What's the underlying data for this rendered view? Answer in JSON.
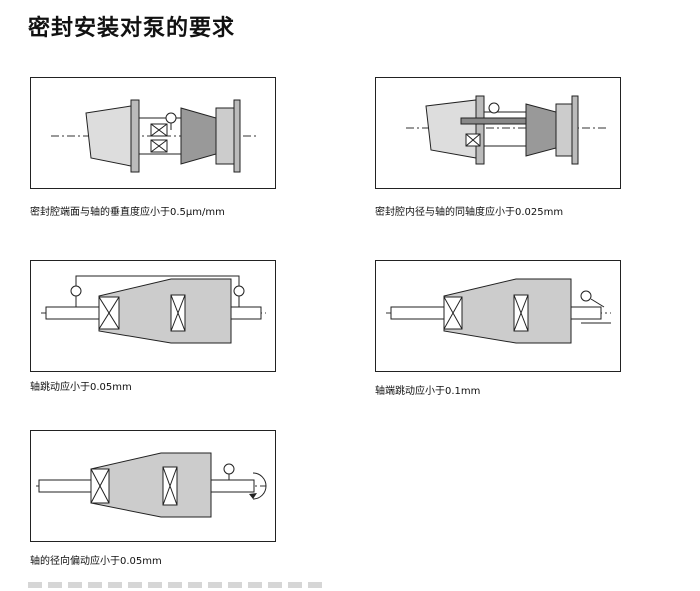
{
  "page": {
    "title": "密封安装对泵的要求"
  },
  "figures": [
    {
      "caption": "密封腔端面与轴的垂直度应小于0.5μm/mm"
    },
    {
      "caption": "密封腔内径与轴的同轴度应小于0.025mm"
    },
    {
      "caption": "轴跳动应小于0.05mm"
    },
    {
      "caption": "轴端跳动应小于0.1mm"
    },
    {
      "caption": "轴的径向偏动应小于0.05mm"
    }
  ]
}
